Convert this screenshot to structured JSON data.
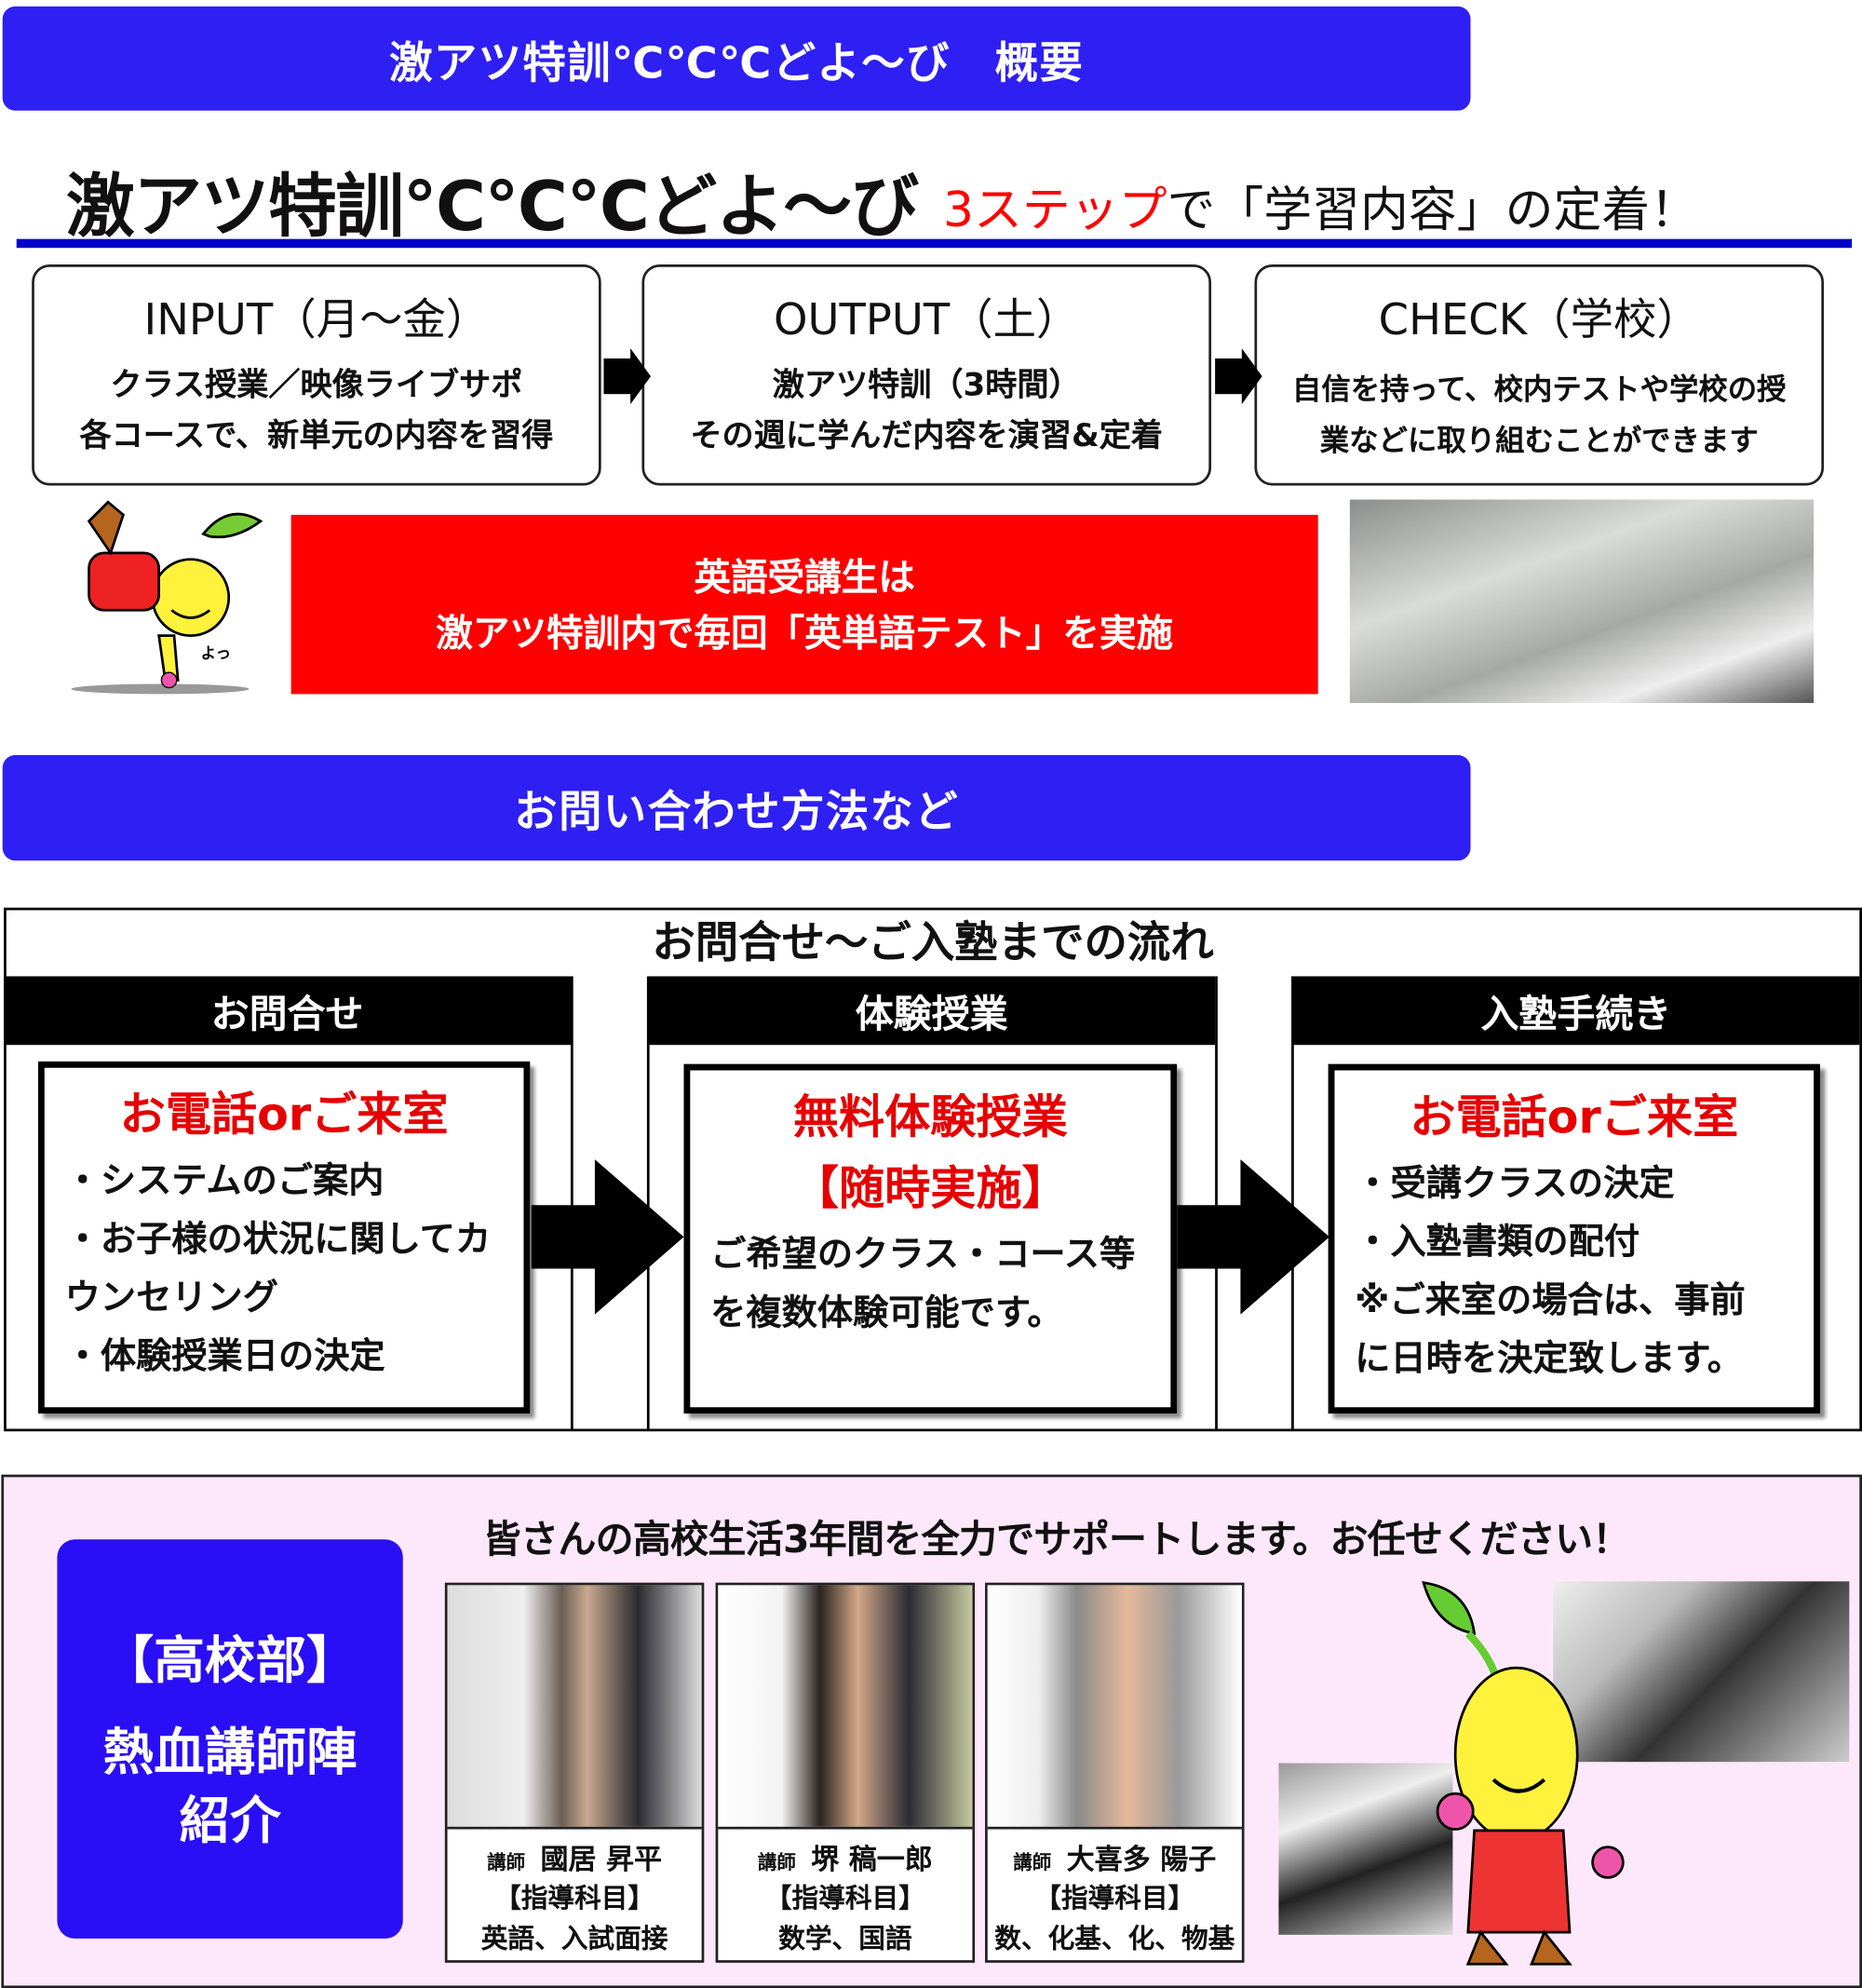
{
  "overview": {
    "header": "激アツ特訓℃℃℃どよ〜び　概要",
    "title": "激アツ特訓℃℃℃どよ〜び",
    "subtitle_red": "3ステップ",
    "subtitle_rest": "で「学習内容」の定着！",
    "steps": [
      {
        "title": "INPUT（月〜金）",
        "lines": [
          "クラス授業／映像ライブサポ",
          "各コースで、新単元の内容を習得"
        ]
      },
      {
        "title": "OUTPUT（土）",
        "lines": [
          "激アツ特訓（3時間）",
          "その週に学んだ内容を演習&定着"
        ]
      },
      {
        "title": "CHECK（学校）",
        "lines": [
          "自信を持って、校内テストや学校の授",
          "業などに取り組むことができます"
        ]
      }
    ],
    "notice": [
      "英語受講生は",
      "激アツ特訓内で毎回「英単語テスト」を実施"
    ],
    "mascot_text": "よっ"
  },
  "contact": {
    "header": "お問い合わせ方法など",
    "flow_title": "お問合せ〜ご入塾までの流れ",
    "columns": [
      {
        "head": "お問合せ",
        "red": [
          "お電話orご来室"
        ],
        "lines": [
          "・システムのご案内",
          "・お子様の状況に関してカ",
          "ウンセリング",
          "・体験授業日の決定"
        ]
      },
      {
        "head": "体験授業",
        "red": [
          "無料体験授業",
          "【随時実施】"
        ],
        "lines": [
          "ご希望のクラス・コース等",
          "を複数体験可能です。"
        ]
      },
      {
        "head": "入塾手続き",
        "red": [
          "お電話orご来室"
        ],
        "lines": [
          "・受講クラスの決定",
          "・入塾書類の配付",
          "※ご来室の場合は、事前",
          "に日時を決定致します。"
        ]
      }
    ]
  },
  "teachers": {
    "badge": [
      "【高校部】",
      "熱血講師陣",
      "紹介"
    ],
    "tagline": "皆さんの高校生活3年間を全力でサポートします。お任せください！",
    "list": [
      {
        "role": "講師",
        "name": "國居 昇平",
        "label": "【指導科目】",
        "subjects": "英語、入試面接"
      },
      {
        "role": "講師",
        "name": "堺 稿一郎",
        "label": "【指導科目】",
        "subjects": "数学、国語"
      },
      {
        "role": "講師",
        "name": "大喜多 陽子",
        "label": "【指導科目】",
        "subjects": "数、化基、化、物基"
      }
    ]
  },
  "colors": {
    "blue": "#2e1ff2",
    "red": "#ff0000",
    "pink": "#fde8fb"
  }
}
